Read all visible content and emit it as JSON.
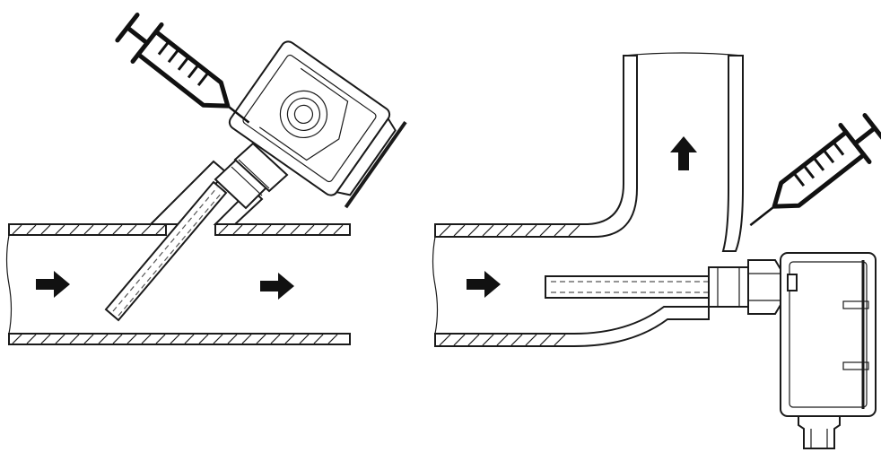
{
  "figure": {
    "left_scene": {
      "flow_direction": "right",
      "arrows": [
        "right",
        "right"
      ],
      "icons": [
        "syringe-icon",
        "duct-sensor-icon",
        "probe-icon"
      ]
    },
    "right_scene": {
      "flow_direction": "up",
      "arrows": [
        "right",
        "up"
      ],
      "icons": [
        "syringe-icon",
        "duct-sensor-icon",
        "probe-icon"
      ]
    },
    "colors": {
      "ink": "#1a1a1a",
      "background": "#ffffff"
    }
  }
}
